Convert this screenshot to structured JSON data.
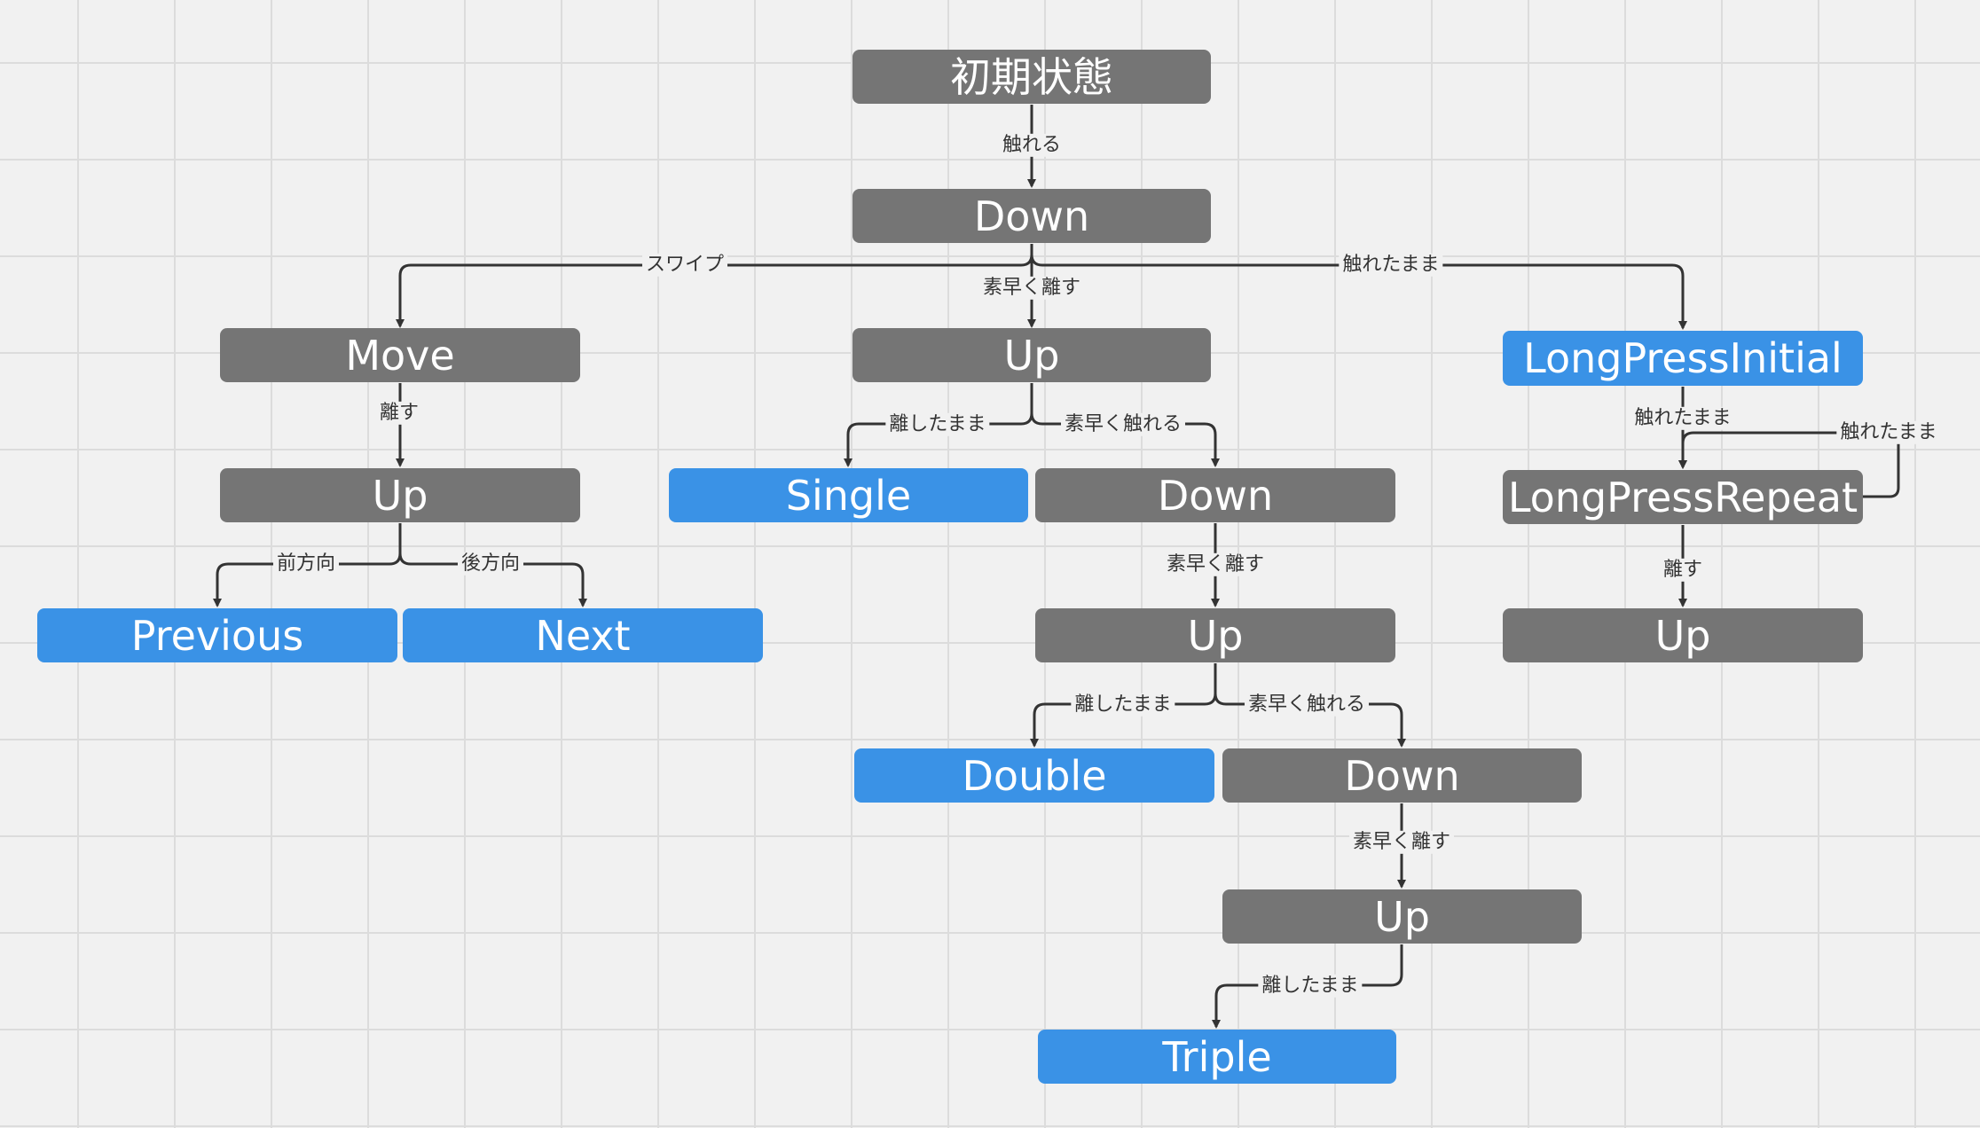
{
  "diagram": {
    "colors": {
      "state": "#757575",
      "terminal": "#3a92e6",
      "edge": "#333333",
      "canvas": "#f1f1f1",
      "grid": "#dcdcdc"
    },
    "nodes": {
      "initial": "初期状態",
      "down1": "Down",
      "move": "Move",
      "up1": "Up",
      "longpress_initial": "LongPressInitial",
      "up_move": "Up",
      "single": "Single",
      "down2": "Down",
      "longpress_repeat": "LongPressRepeat",
      "previous": "Previous",
      "next": "Next",
      "up2": "Up",
      "up_longpress": "Up",
      "double": "Double",
      "down3": "Down",
      "up3": "Up",
      "triple": "Triple"
    },
    "edges": {
      "touch": "触れる",
      "swipe": "スワイプ",
      "quick_release_1": "素早く離す",
      "keep_touching": "触れたまま",
      "release_move": "離す",
      "keep_released_1": "離したまま",
      "quick_touch_1": "素早く触れる",
      "keep_touching_lp": "触れたまま",
      "keep_touching_loop": "触れたまま",
      "forward": "前方向",
      "backward": "後方向",
      "quick_release_2": "素早く離す",
      "release_lp": "離す",
      "keep_released_2": "離したまま",
      "quick_touch_2": "素早く触れる",
      "quick_release_3": "素早く離す",
      "keep_released_3": "離したまま"
    }
  }
}
